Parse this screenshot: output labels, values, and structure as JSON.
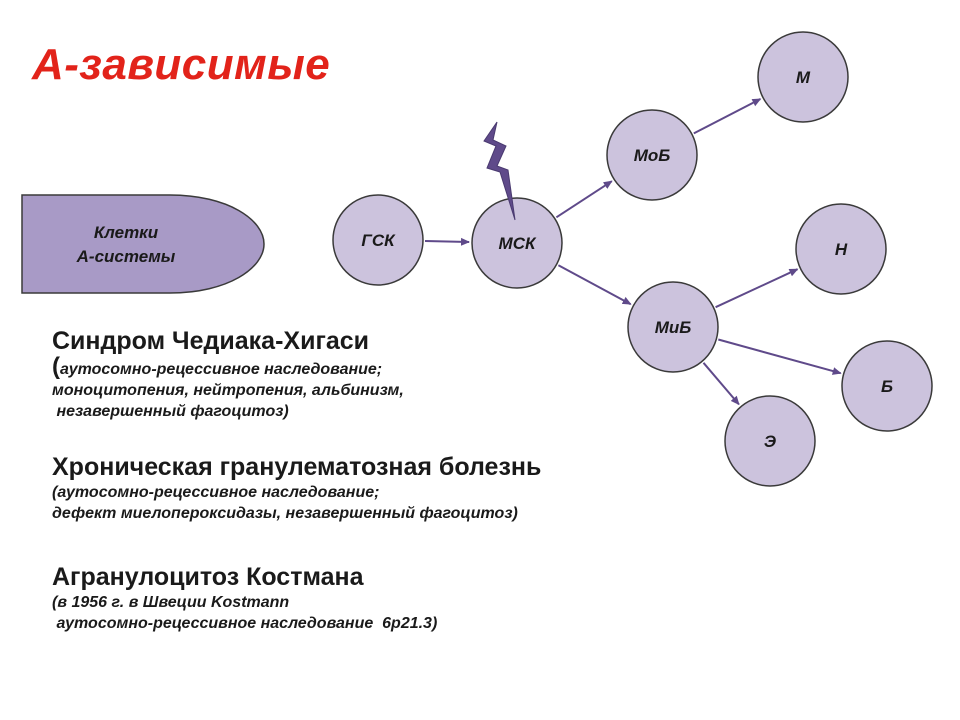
{
  "title": "А-зависимые",
  "system_label": {
    "line1": "Клетки",
    "line2": "А-системы"
  },
  "colors": {
    "title": "#e2231a",
    "node_fill": "#ccc3dd",
    "node_stroke": "#3a3a3a",
    "bullet_fill": "#a89ac6",
    "bolt_fill": "#5f4a8a",
    "arrow": "#5f4a8a"
  },
  "nodes": [
    {
      "id": "gsk",
      "label": "ГСК"
    },
    {
      "id": "msk",
      "label": "МСК"
    },
    {
      "id": "mob",
      "label": "МоБ"
    },
    {
      "id": "m",
      "label": "М"
    },
    {
      "id": "mib",
      "label": "МиБ"
    },
    {
      "id": "n",
      "label": "Н"
    },
    {
      "id": "b",
      "label": "Б"
    },
    {
      "id": "e",
      "label": "Э"
    }
  ],
  "edges": [
    {
      "from": "gsk",
      "to": "msk"
    },
    {
      "from": "msk",
      "to": "mob"
    },
    {
      "from": "msk",
      "to": "mib"
    },
    {
      "from": "mob",
      "to": "m"
    },
    {
      "from": "mib",
      "to": "n"
    },
    {
      "from": "mib",
      "to": "b"
    },
    {
      "from": "mib",
      "to": "e"
    }
  ],
  "diseases": [
    {
      "name": "Синдром Чедиака-Хигаси",
      "open_paren": "(",
      "line1": "аутосомно-рецессивное наследование;",
      "line2": "моноцитопения, нейтропения, альбинизм,",
      "line3": " незавершенный фагоцитоз)"
    },
    {
      "name": "Хроническая гранулематозная болезнь",
      "line1": "(аутосомно-рецессивное наследование;",
      "line2": "дефект миелопероксидазы, незавершенный фагоцитоз)"
    },
    {
      "name": "Агранулоцитоз Костмана",
      "line1": "(в 1956 г. в Швеции Kostmann",
      "line2": " аутосомно-рецессивное наследование  6р21.3)"
    }
  ]
}
